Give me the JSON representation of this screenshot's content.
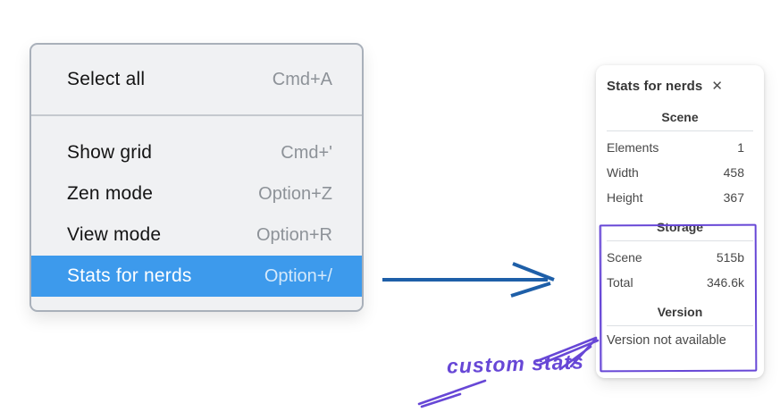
{
  "menu": {
    "items": [
      {
        "label": "Select all",
        "shortcut": "Cmd+A",
        "highlighted": false
      },
      {
        "label": "Show grid",
        "shortcut": "Cmd+'",
        "highlighted": false
      },
      {
        "label": "Zen mode",
        "shortcut": "Option+Z",
        "highlighted": false
      },
      {
        "label": "View mode",
        "shortcut": "Option+R",
        "highlighted": false
      },
      {
        "label": "Stats for nerds",
        "shortcut": "Option+/",
        "highlighted": true
      }
    ]
  },
  "stats_panel": {
    "title": "Stats for nerds",
    "scene": {
      "heading": "Scene",
      "rows": [
        {
          "label": "Elements",
          "value": "1"
        },
        {
          "label": "Width",
          "value": "458"
        },
        {
          "label": "Height",
          "value": "367"
        }
      ]
    },
    "storage": {
      "heading": "Storage",
      "rows": [
        {
          "label": "Scene",
          "value": "515b"
        },
        {
          "label": "Total",
          "value": "346.6k"
        }
      ]
    },
    "version": {
      "heading": "Version",
      "note": "Version not available"
    }
  },
  "annotation": {
    "label": "custom stats"
  },
  "icons": {
    "close": "✕"
  },
  "colors": {
    "menu_highlight": "#3d9aec",
    "menu_background": "#f0f1f3",
    "blue_arrow": "#1e5fa8",
    "annotation_purple": "#6747d6"
  }
}
